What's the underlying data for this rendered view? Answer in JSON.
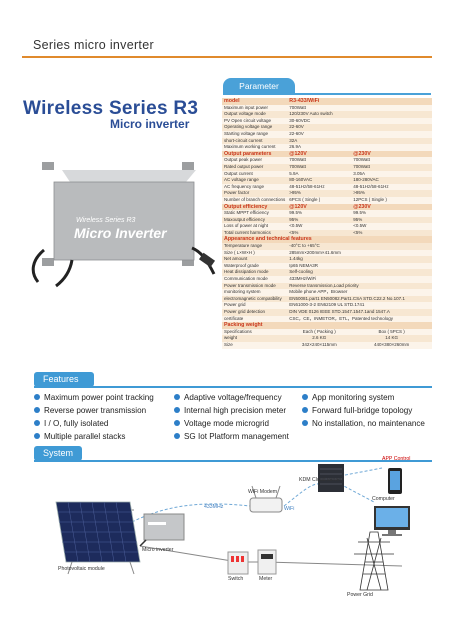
{
  "header": {
    "title": "Series micro inverter"
  },
  "parameter_tab": "Parameter",
  "brand": {
    "title": "Wireless Series R3",
    "subtitle": "Micro inverter"
  },
  "product": {
    "label_top": "Wireless Series R3",
    "label_main": "Micro Inverter",
    "casing_color": "#b9bbbd"
  },
  "specs": {
    "model": [
      "model",
      "R3-433/WiFi"
    ],
    "general": [
      [
        "Maximum input power",
        "700Watt"
      ],
      [
        "Output voltage mode",
        "120/230V Auto switch"
      ],
      [
        "PV Open circuit voltage",
        "30-60VDC"
      ],
      [
        "Operating voltage range",
        "22-60V"
      ],
      [
        "Starting voltage range",
        "22-60V"
      ],
      [
        "short-circuit current",
        "32A"
      ],
      [
        "Maximum working current",
        "26.9A"
      ]
    ],
    "output_header": [
      "Output parameters",
      "@120V",
      "@230V"
    ],
    "output": [
      [
        "Output peak power",
        "700Watt",
        "700Watt"
      ],
      [
        "Rated output power",
        "700Watt",
        "700Watt"
      ],
      [
        "Output current",
        "5.9A",
        "3.05A"
      ],
      [
        "AC voltage range",
        "80-160VAC",
        "180-280VAC"
      ],
      [
        "AC frequency range",
        "48-51Hz/58-61Hz",
        "48-51Hz/58-61Hz"
      ],
      [
        "Power factor",
        ">95%",
        ">95%"
      ],
      [
        "Number of branch connections",
        "6PCS ( Single )",
        "12PCS ( Single )"
      ]
    ],
    "efficiency_header": [
      "Output efficiency",
      "@120V",
      "@230V"
    ],
    "efficiency": [
      [
        "Static MPPT efficiency",
        "99.5%",
        "99.5%"
      ],
      [
        "Maxoutput efficiency",
        "95%",
        "95%"
      ],
      [
        "Loss of power at night",
        "<0.5W",
        "<0.5W"
      ],
      [
        "Total current harmonics",
        "<5%",
        "<5%"
      ]
    ],
    "appearance_header": "Appearance and technical features",
    "appearance": [
      [
        "Temperature range",
        "-40°C to +65°C"
      ],
      [
        "Size ( L×W×H )",
        "285mm×200mm×41.6mm"
      ],
      [
        "Net amount",
        "1.44kg"
      ],
      [
        "Waterproof grade",
        "Ip65 NEMA3R"
      ],
      [
        "Heat dissipation mode",
        "Self-cooling"
      ],
      [
        "Communication mode",
        "433MHz/WiFi"
      ],
      [
        "Power transmission mode",
        "Reverse transmission,Load priority"
      ],
      [
        "monitoring system",
        "Mobile phone APP，Browser"
      ],
      [
        "electromagnetic compatibility",
        "EN50081.part1 EN50082.Part1.CSA STD.C22.2 No.107.1"
      ],
      [
        "Power grid",
        "EN61000-3-2 EN62109 UL STD.1741"
      ],
      [
        "Power grid detection",
        "DIN VDE 0126 IEEE STD.1547.1547.1and 1547.A"
      ],
      [
        "certificate",
        "CSC，CE，INMETOR，ETL，Patented technology"
      ]
    ],
    "packing_header": "Packing weight",
    "packing": [
      [
        "Specifications",
        "Each ( Packing )",
        "Box ( 5PCS )"
      ],
      [
        "weight",
        "2.6 KG",
        "14 KG"
      ],
      [
        "Size",
        "342×240×115mm",
        "440×380×260mm"
      ]
    ]
  },
  "features": {
    "tab": "Features",
    "items": [
      "Maximum power point tracking",
      "Adaptive voltage/frequency",
      "App monitoring system",
      "Reverse power transmission",
      "Internal high precision meter",
      "Forward full-bridge topology",
      "I / O, fully isolated",
      "Voltage mode microgrid",
      "No installation, no maintenance",
      "Multiple parallel stacks",
      "SG Iot Platform management"
    ],
    "bullet_color": "#2d7fc8"
  },
  "system": {
    "tab": "System",
    "labels": {
      "cloud": "KDM Cloud server",
      "app": "APP Control",
      "computer": "Computer",
      "modem": "WiFi Modem",
      "freq": "433MHz",
      "wifi": "WiFi",
      "micro": "Micro inverter",
      "pv": "Photovoltaic module",
      "switch": "Switch",
      "meter": "Meter",
      "grid": "Power Grid"
    }
  },
  "colors": {
    "accent_blue": "#3f9ad5",
    "header_rule": "#e08a2c",
    "brand_blue": "#2a4d96",
    "section_red": "#c9361a"
  }
}
